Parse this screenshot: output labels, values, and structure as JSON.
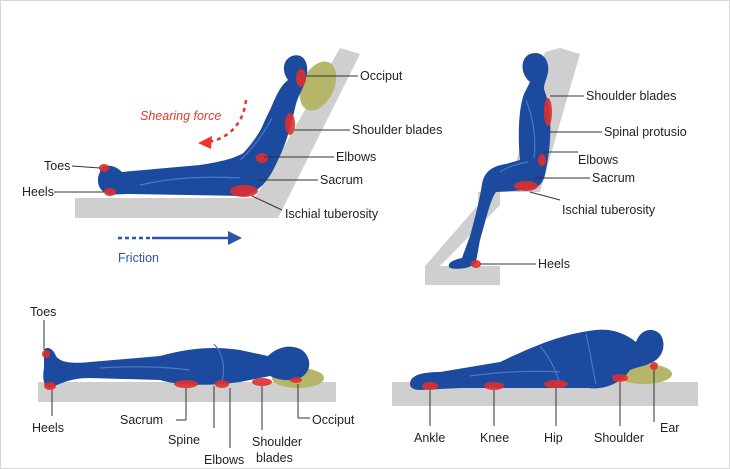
{
  "colors": {
    "body": "#1b4a9e",
    "pressure_point": "#e02d2d",
    "pillow": "#b5b66a",
    "surface": "#cfcfcf",
    "shearing": "#e8382a",
    "friction": "#2c55a8"
  },
  "panels": {
    "reclined": {
      "labels": {
        "occiput": "Occiput",
        "shearing_force": "Shearing force",
        "shoulder_blades": "Shoulder blades",
        "toes": "Toes",
        "elbows": "Elbows",
        "sacrum": "Sacrum",
        "heels": "Heels",
        "ischial_tuberosity": "Ischial tuberosity",
        "friction": "Friction"
      }
    },
    "seated": {
      "labels": {
        "shoulder_blades": "Shoulder blades",
        "spinal_protusio": "Spinal protusio",
        "elbows": "Elbows",
        "sacrum": "Sacrum",
        "ischial_tuberosity": "Ischial tuberosity",
        "heels": "Heels"
      }
    },
    "supine": {
      "labels": {
        "toes": "Toes",
        "heels": "Heels",
        "sacrum": "Sacrum",
        "spine": "Spine",
        "elbows": "Elbows",
        "shoulder_blades_1": "Shoulder",
        "shoulder_blades_2": "blades",
        "occiput": "Occiput"
      }
    },
    "side": {
      "labels": {
        "ankle": "Ankle",
        "knee": "Knee",
        "hip": "Hip",
        "shoulder": "Shoulder",
        "ear": "Ear"
      }
    }
  }
}
